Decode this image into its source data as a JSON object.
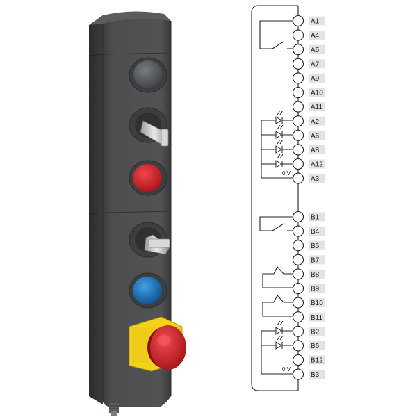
{
  "device": {
    "controls": [
      {
        "name": "grey-pushbutton",
        "color": "#55585b"
      },
      {
        "name": "selector-switch-1",
        "color": "#6a6d70"
      },
      {
        "name": "red-pushbutton",
        "color": "#d8232a"
      },
      {
        "name": "selector-switch-2",
        "color": "#6a6d70"
      },
      {
        "name": "blue-pushbutton",
        "color": "#1a78c2"
      },
      {
        "name": "emergency-stop",
        "color": "#d8232a",
        "collar_color": "#f2d21b"
      }
    ],
    "housing_color": "#4a4c4e"
  },
  "diagram": {
    "group_a": {
      "terminals": [
        "A1",
        "A4",
        "A5",
        "A7",
        "A9",
        "A10",
        "A11",
        "A2",
        "A6",
        "A8",
        "A12",
        "A3"
      ],
      "zero_volt_label": "0 V"
    },
    "group_b": {
      "terminals": [
        "B1",
        "B4",
        "B5",
        "B7",
        "B8",
        "B9",
        "B10",
        "B11",
        "B2",
        "B6",
        "B12",
        "B3"
      ],
      "zero_volt_label": "0 V"
    },
    "label_bg": "#e3e3e3"
  }
}
